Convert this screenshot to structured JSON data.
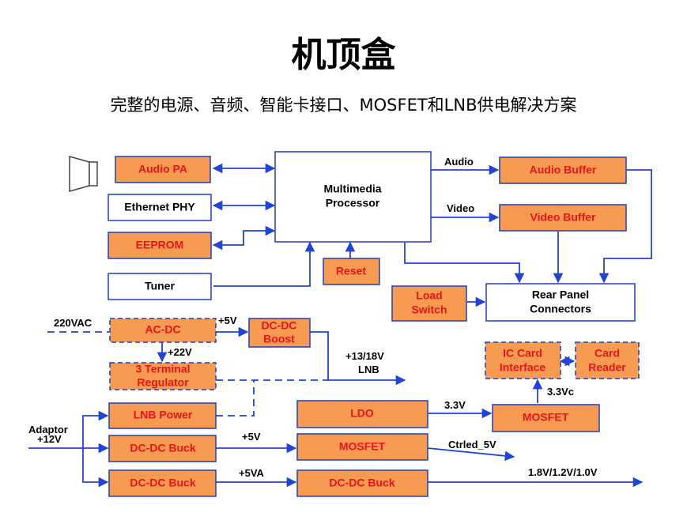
{
  "title": "机顶盒",
  "subtitle": "完整的电源、音频、智能卡接口、MOSFET和LNB供电解决方案",
  "blocks": {
    "audio_pa": "Audio PA",
    "ethernet_phy": "Ethernet PHY",
    "eeprom": "EEPROM",
    "tuner": "Tuner",
    "processor_line1": "Multimedia",
    "processor_line2": "Processor",
    "reset": "Reset",
    "audio_buffer": "Audio Buffer",
    "video_buffer": "Video Buffer",
    "load_switch_line1": "Load",
    "load_switch_line2": "Switch",
    "rear_panel_line1": "Rear Panel",
    "rear_panel_line2": "Connectors",
    "ac_dc": "AC-DC",
    "dcdc_boost_line1": "DC-DC",
    "dcdc_boost_line2": "Boost",
    "regulator_line1": "3 Terminal",
    "regulator_line2": "Regulator",
    "lnb_power": "LNB Power",
    "dcdc_buck_1": "DC-DC Buck",
    "dcdc_buck_2": "DC-DC Buck",
    "dcdc_buck_3": "DC-DC Buck",
    "ldo": "LDO",
    "mosfet_1": "MOSFET",
    "mosfet_2": "MOSFET",
    "ic_card_line1": "IC Card",
    "ic_card_line2": "Interface",
    "card_reader_line1": "Card",
    "card_reader_line2": "Reader"
  },
  "signals": {
    "audio": "Audio",
    "video": "Video",
    "vac": "220VAC",
    "plus5v_acdc": "+5V",
    "plus22v": "+22V",
    "lnb_voltage": "+13/18V",
    "lnb": "LNB",
    "adaptor": "Adaptor",
    "plus12v": "+12V",
    "plus5v_buck": "+5V",
    "ctrled_5v": "Ctrled_5V",
    "plus5va": "+5VA",
    "multi_voltage": "1.8V/1.2V/1.0V",
    "ldo_3v3": "3.3V",
    "v3v3c": "3.3Vc"
  },
  "colors": {
    "block_fill": "#f79a52",
    "block_text": "#e8151b",
    "wire": "#2244d4",
    "border": "#1f3fbf"
  },
  "icons": [
    "speaker-icon"
  ]
}
